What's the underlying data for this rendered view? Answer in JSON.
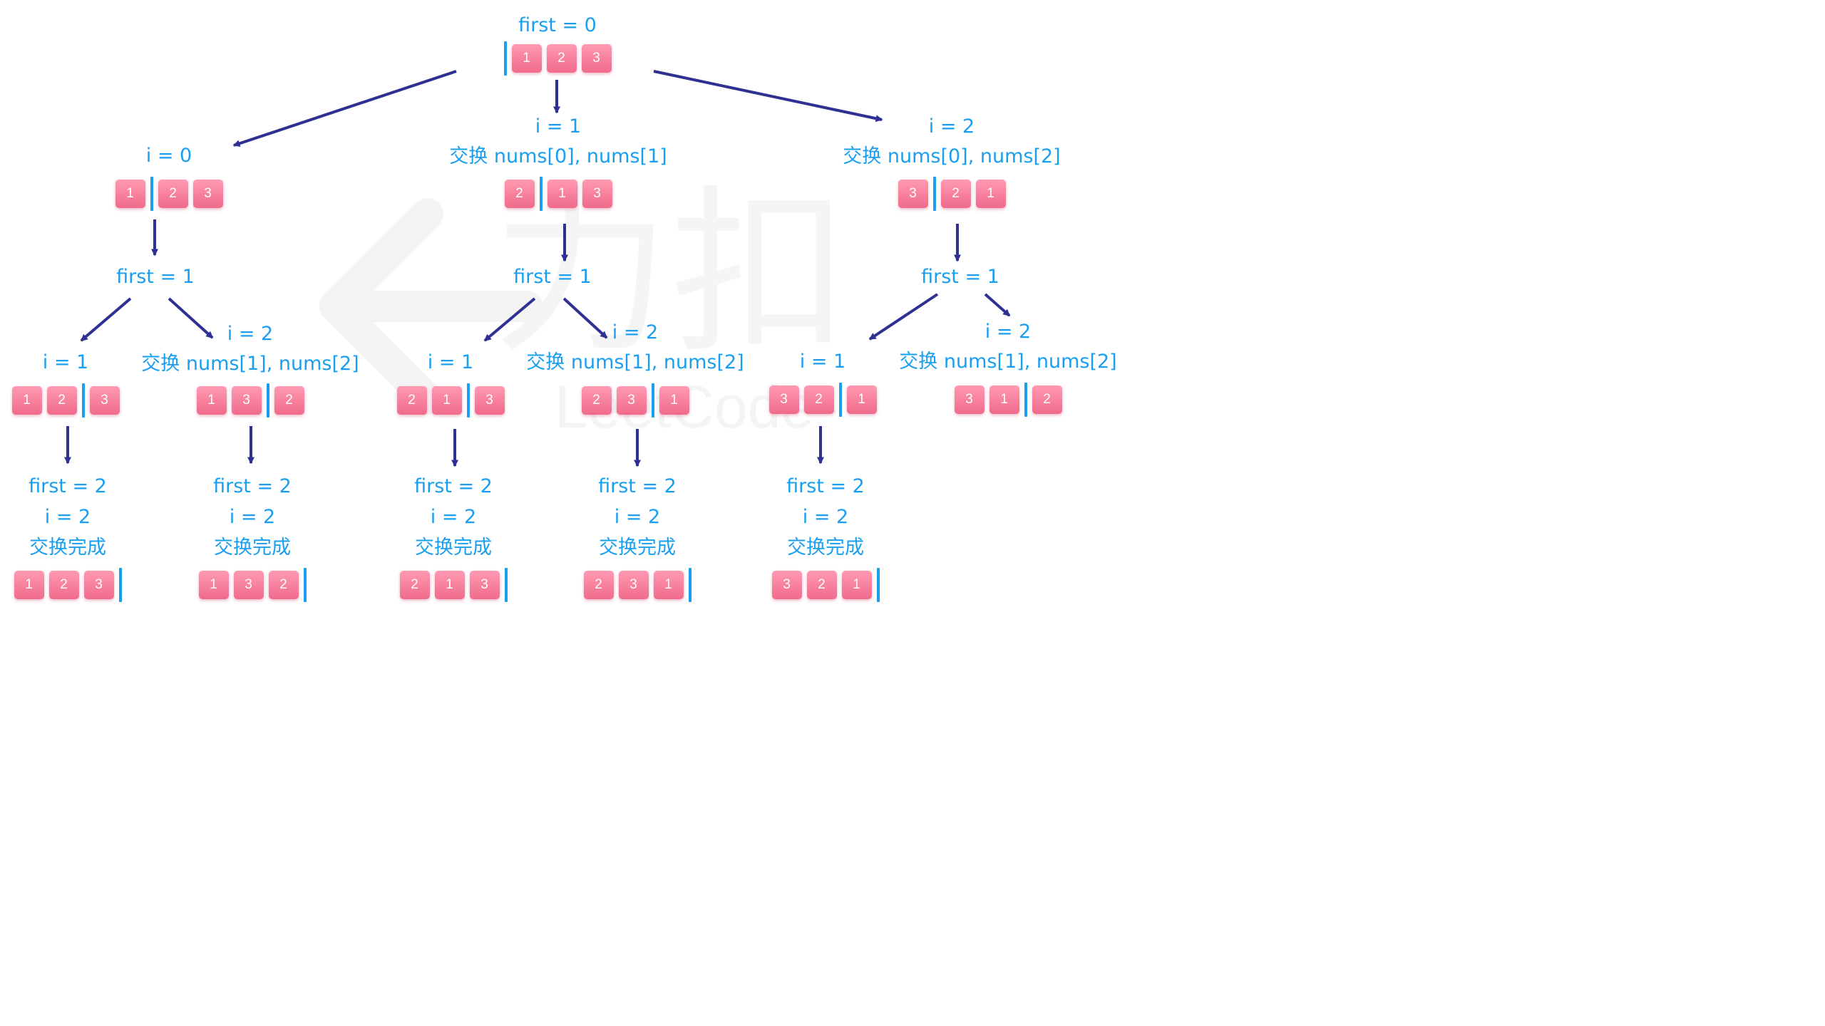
{
  "watermark": {
    "chinese": "力扣",
    "latin": "LeetCode"
  },
  "colors": {
    "text": "#1a9ff0",
    "arrow": "#2e3192",
    "cell_top": "#ff9ab2",
    "cell_bottom": "#f06a8c",
    "bar": "#1a9ff0"
  },
  "nodes": [
    {
      "id": "root",
      "lines": [
        "first = 0"
      ],
      "array": [
        "|",
        "1",
        "2",
        "3"
      ]
    },
    {
      "id": "n-i0",
      "lines": [
        "i = 0"
      ],
      "array": [
        "1",
        "|",
        "2",
        "3"
      ]
    },
    {
      "id": "n-i1",
      "lines": [
        "i = 1",
        "交换 nums[0], nums[1]"
      ],
      "array": [
        "2",
        "|",
        "1",
        "3"
      ]
    },
    {
      "id": "n-i2",
      "lines": [
        "i = 2",
        "交换 nums[0], nums[2]"
      ],
      "array": [
        "3",
        "|",
        "2",
        "1"
      ]
    },
    {
      "id": "f1-a",
      "lines": [
        "first = 1"
      ]
    },
    {
      "id": "f1-b",
      "lines": [
        "first = 1"
      ]
    },
    {
      "id": "f1-c",
      "lines": [
        "first = 1"
      ]
    },
    {
      "id": "a-i1",
      "lines": [
        "i = 1"
      ],
      "array": [
        "1",
        "2",
        "|",
        "3"
      ]
    },
    {
      "id": "a-i2",
      "lines": [
        "i = 2",
        "交换 nums[1], nums[2]"
      ],
      "array": [
        "1",
        "3",
        "|",
        "2"
      ]
    },
    {
      "id": "b-i1",
      "lines": [
        "i = 1"
      ],
      "array": [
        "2",
        "1",
        "|",
        "3"
      ]
    },
    {
      "id": "b-i2",
      "lines": [
        "i = 2",
        "交换 nums[1], nums[2]"
      ],
      "array": [
        "2",
        "3",
        "|",
        "1"
      ]
    },
    {
      "id": "c-i1",
      "lines": [
        "i = 1"
      ],
      "array": [
        "3",
        "2",
        "|",
        "1"
      ]
    },
    {
      "id": "c-i2",
      "lines": [
        "i = 2",
        "交换 nums[1], nums[2]"
      ],
      "array": [
        "3",
        "1",
        "|",
        "2"
      ]
    },
    {
      "id": "leaf-1",
      "lines": [
        "first = 2",
        "i = 2",
        "交换完成"
      ],
      "array": [
        "1",
        "2",
        "3",
        "|"
      ]
    },
    {
      "id": "leaf-2",
      "lines": [
        "first = 2",
        "i = 2",
        "交换完成"
      ],
      "array": [
        "1",
        "3",
        "2",
        "|"
      ]
    },
    {
      "id": "leaf-3",
      "lines": [
        "first = 2",
        "i = 2",
        "交换完成"
      ],
      "array": [
        "2",
        "1",
        "3",
        "|"
      ]
    },
    {
      "id": "leaf-4",
      "lines": [
        "first = 2",
        "i = 2",
        "交换完成"
      ],
      "array": [
        "2",
        "3",
        "1",
        "|"
      ]
    },
    {
      "id": "leaf-5",
      "lines": [
        "first = 2",
        "i = 2",
        "交换完成"
      ],
      "array": [
        "3",
        "2",
        "1",
        "|"
      ]
    }
  ],
  "edges": [
    {
      "from": "root",
      "to": "n-i0"
    },
    {
      "from": "root",
      "to": "n-i1"
    },
    {
      "from": "root",
      "to": "n-i2"
    },
    {
      "from": "n-i0",
      "to": "f1-a"
    },
    {
      "from": "n-i1",
      "to": "f1-b"
    },
    {
      "from": "n-i2",
      "to": "f1-c"
    },
    {
      "from": "f1-a",
      "to": "a-i1"
    },
    {
      "from": "f1-a",
      "to": "a-i2"
    },
    {
      "from": "f1-b",
      "to": "b-i1"
    },
    {
      "from": "f1-b",
      "to": "b-i2"
    },
    {
      "from": "f1-c",
      "to": "c-i1"
    },
    {
      "from": "f1-c",
      "to": "c-i2"
    },
    {
      "from": "a-i1",
      "to": "leaf-1"
    },
    {
      "from": "a-i2",
      "to": "leaf-2"
    },
    {
      "from": "b-i1",
      "to": "leaf-3"
    },
    {
      "from": "b-i2",
      "to": "leaf-4"
    },
    {
      "from": "c-i1",
      "to": "leaf-5"
    }
  ]
}
